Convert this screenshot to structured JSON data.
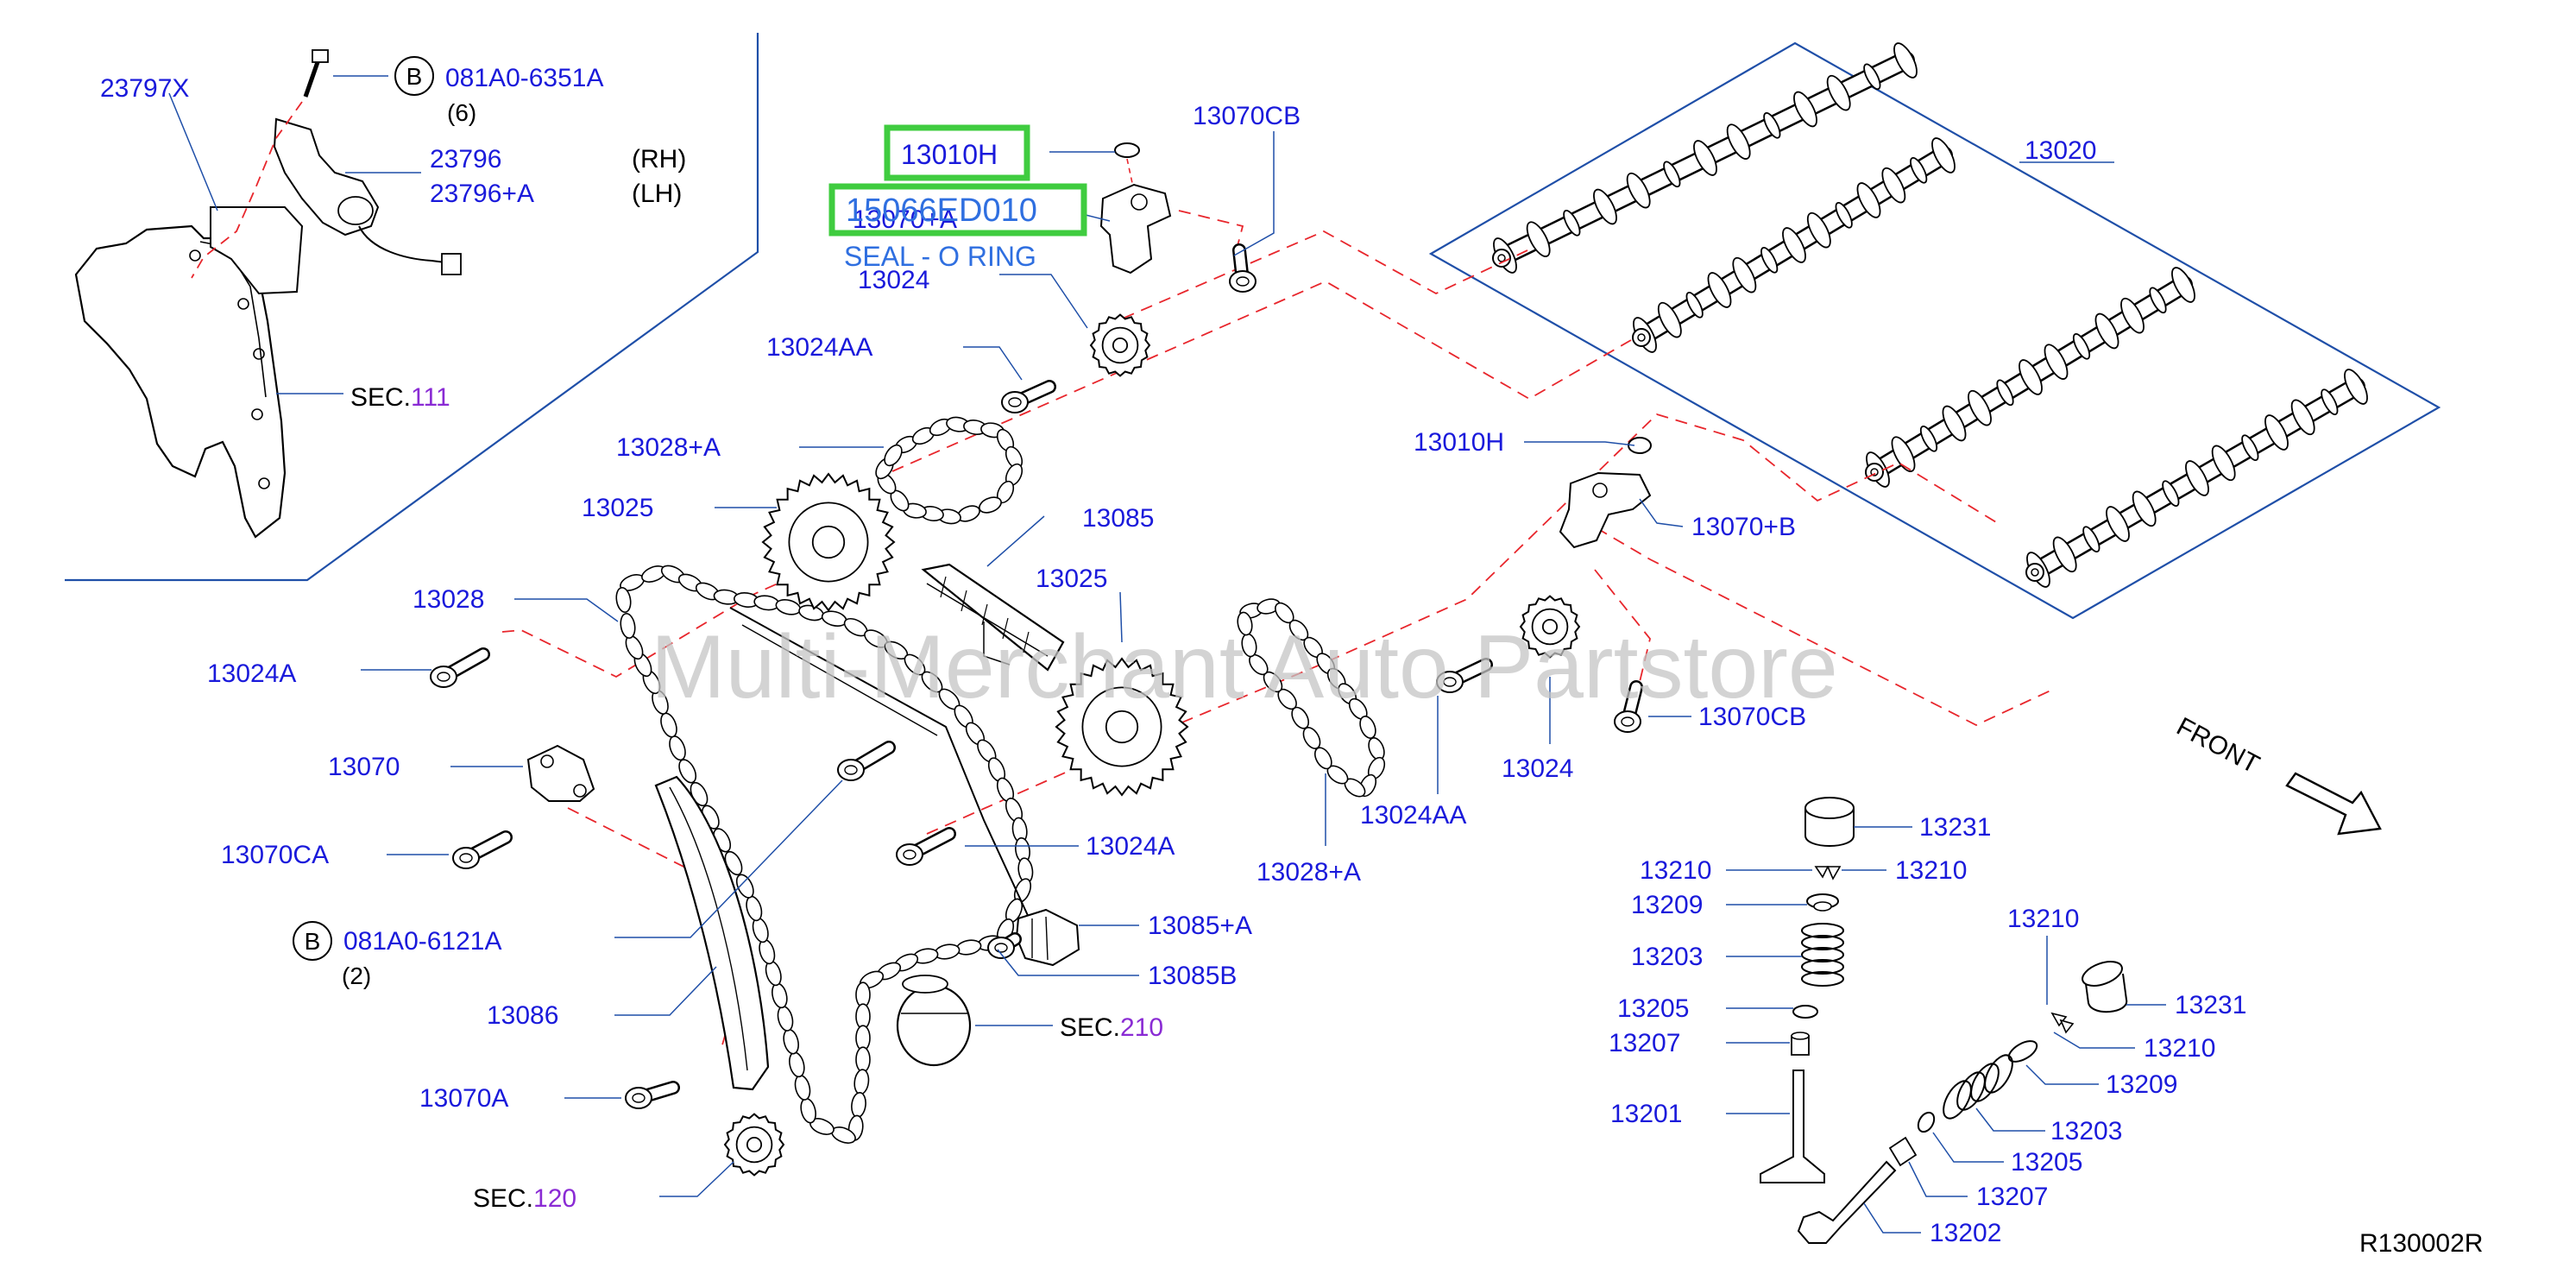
{
  "colors": {
    "label_blue": "#1a1adb",
    "leader_blue": "#1f4fa8",
    "box_green": "#3fcc3f",
    "guide_red": "#e8262c",
    "sec_purple": "#8a2bd4",
    "seal_blue": "#2f6fe0",
    "watermark": "#c4c4c4"
  },
  "watermark": "Multi-Merchant Auto Partstore",
  "diagram_code": "R130002R",
  "front_label": "FRONT",
  "highlight": {
    "code_13010h": "13010H",
    "part_number": "15066ED010",
    "hidden_code": "13070+A",
    "description": "SEAL - O RING"
  },
  "inset": {
    "bolt_circle": "B",
    "bolt_code": "081A0-6351A",
    "bolt_qty": "(6)",
    "sensor": "23797X",
    "cam_sensor_rh": "23796",
    "cam_sensor_lh": "23796+A",
    "rh": "(RH)",
    "lh": "(LH)",
    "sec_prefix": "SEC.",
    "sec_number": "111"
  },
  "labels": {
    "c13070cb_top": "13070CB",
    "c13024_top": "13024",
    "c13024aa_top": "13024AA",
    "c13028a_top": "13028+A",
    "c13025_left": "13025",
    "c13085": "13085",
    "c13025_mid": "13025",
    "c13028": "13028",
    "c13024a_left": "13024A",
    "c13070": "13070",
    "c13070ca": "13070CA",
    "c13024a_mid": "13024A",
    "c13085a": "13085+A",
    "c13085b": "13085B",
    "c13086": "13086",
    "c13070a": "13070A",
    "c13020": "13020",
    "c13010h_right": "13010H",
    "c13070b": "13070+B",
    "c13070cb_right": "13070CB",
    "c13024_right": "13024",
    "c13024aa_right": "13024AA",
    "c13028a_right": "13028+A"
  },
  "bolt_b": {
    "circle": "B",
    "code": "081A0-6121A",
    "qty": "(2)"
  },
  "sections": {
    "prefix": "SEC.",
    "sec210": "210",
    "sec120": "120"
  },
  "valves": {
    "v13231_top": "13231",
    "v13210_a": "13210",
    "v13210_b": "13210",
    "v13209_top": "13209",
    "v13203_top": "13203",
    "v13205_top": "13205",
    "v13207_top": "13207",
    "v13201": "13201",
    "v13210_right": "13210",
    "v13231_right": "13231",
    "v13210_right2": "13210",
    "v13209_right": "13209",
    "v13203_right": "13203",
    "v13205_right": "13205",
    "v13207_right": "13207",
    "v13202": "13202"
  }
}
